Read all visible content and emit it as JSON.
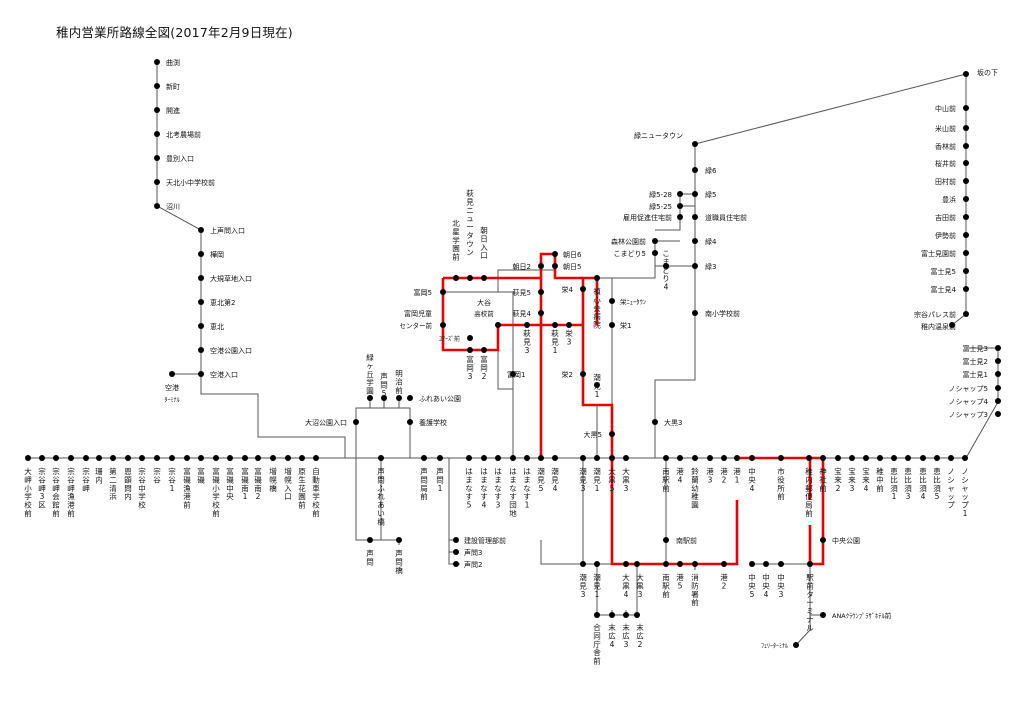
{
  "title": "稚内営業所路線全図(2017年2月9日現在)",
  "colors": {
    "line": "#555555",
    "route": "#e60000",
    "dot": "#000000"
  },
  "stations": {
    "trunk": [
      "大岬小学校前",
      "宗谷岬3区",
      "宗谷岬会館前",
      "宗谷岬漁港前",
      "宗谷岬",
      "珊内",
      "第二清浜",
      "恩顕問内",
      "宗谷中学校",
      "宗谷",
      "宗谷1",
      "富磯漁港前",
      "富磯",
      "富磯小学校前",
      "富磯中央",
      "富磯南1",
      "富磯南2",
      "増幌橋",
      "増幌入口",
      "原生花園前",
      "自動車学校前",
      "声問ふれあい橋",
      "声問局前",
      "声問1",
      "はまなす5",
      "はまなす4",
      "はまなす3",
      "はまなす団地",
      "はまなす1",
      "潮見5",
      "潮見4",
      "潮見3",
      "潮見1",
      "大黒5",
      "大黒3",
      "南駅前",
      "港4",
      "鈴蘭幼稚園",
      "港3",
      "港2",
      "港1",
      "中央4",
      "市役所前",
      "稚内郵便局前",
      "神社前",
      "宝来2",
      "宝来3",
      "宝来4",
      "稚中前",
      "恵比須1",
      "恵比須3",
      "恵比須4",
      "恵比須5",
      "ノシャップ",
      "ノシャップ1"
    ],
    "left_branch": [
      "曲渕",
      "新町",
      "開進",
      "北考農場前",
      "豊別入口",
      "天北小中学校前",
      "沼川"
    ],
    "left_branch2": [
      "上声問入口",
      "樺岡",
      "大規草地入口",
      "恵北第2",
      "恵北",
      "空港公園入口",
      "空港入口"
    ],
    "airport": "空港ターミナル",
    "koetoi": [
      "緑ヶ丘学園",
      "声問5",
      "明治前",
      "ふれあい公園",
      "養護学校",
      "大沼公園入口",
      "声問",
      "声問橋"
    ],
    "kensetsu": [
      "建設管理部前",
      "声問3",
      "声問2"
    ],
    "center": [
      "富岡5",
      "富岡児童センター前",
      "北星学園前",
      "萩見二ユータウン",
      "朝日入口",
      "朝日2",
      "朝日6",
      "朝日5",
      "萩見5",
      "萩見4",
      "大谷高校前",
      "ﾕｱｰｽﾞ前",
      "富岡3",
      "富岡2",
      "富岡1",
      "萩見3",
      "萩見1",
      "栄3",
      "栄4",
      "栄2",
      "禎心会病院",
      "潮見1",
      "大黒5"
    ],
    "midori": [
      "緑ニュータウン",
      "緑6",
      "緑5",
      "緑5-28",
      "緑5-25",
      "雇用促進住宅前",
      "道職員住宅前",
      "森林公園前",
      "こまどり5",
      "緑4",
      "緑3",
      "こまどり4",
      "栄ﾆｭｰﾀｳﾝ",
      "栄1",
      "南小学校前",
      "大黒3"
    ],
    "right_branch": [
      "坂の下",
      "中山前",
      "米山前",
      "香林前",
      "桜井前",
      "田村前",
      "豊浜",
      "吉田前",
      "伊勢前",
      "富士見園前",
      "富士見5",
      "富士見4",
      "宗谷パレス前",
      "稚内温泉前",
      "富士見3",
      "富士見2",
      "富士見1",
      "ノシャップ5",
      "ノシャップ4",
      "ノシャップ3"
    ],
    "south": [
      "潮見3",
      "潮見1",
      "大黒4",
      "大黒3",
      "南駅前",
      "港5",
      "消防署前",
      "港2",
      "中央5",
      "中央4",
      "中央3",
      "駅前ターミナル",
      "合同庁舎前",
      "末広4",
      "末広3",
      "末広2",
      "南駅前",
      "中央公園",
      "ANAｸﾗｳﾝﾌﾟﾗｻﾞﾎﾃﾙ前",
      "フェリーターミナル"
    ]
  }
}
